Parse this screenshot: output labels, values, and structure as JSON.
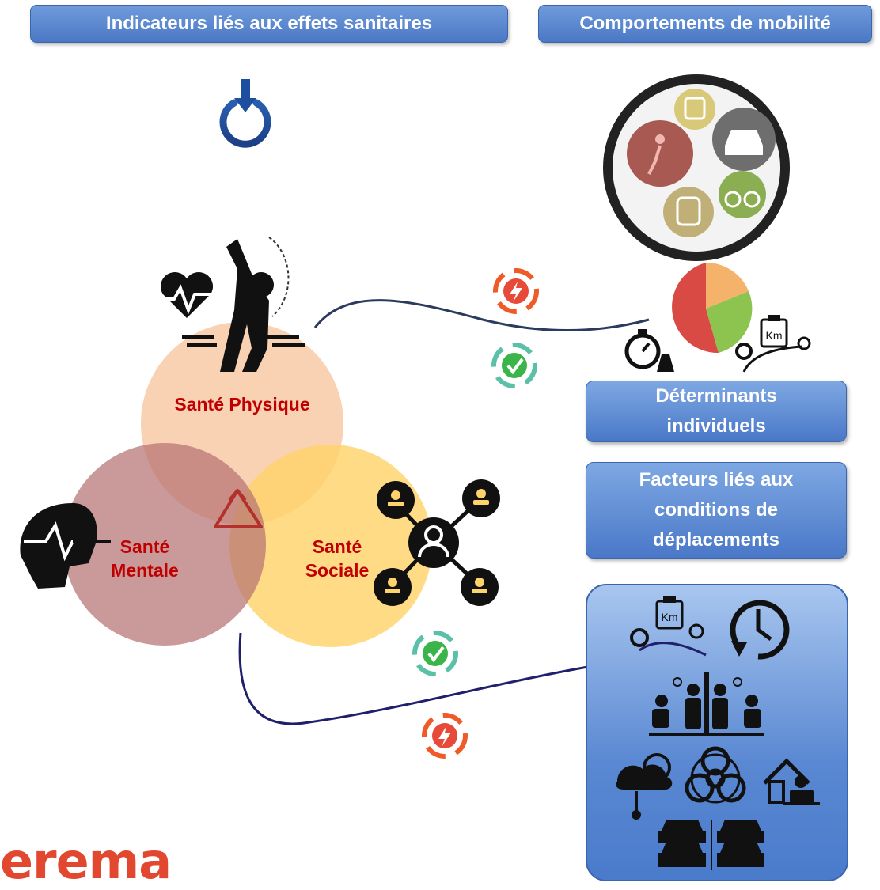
{
  "headers": {
    "left": "Indicateurs liés aux effets sanitaires",
    "right": "Comportements de mobilité"
  },
  "circles": {
    "physique": "Santé Physique",
    "mentale": [
      "Santé",
      "Mentale"
    ],
    "sociale": [
      "Santé",
      "Sociale"
    ]
  },
  "boxes": {
    "determinants": [
      "Déterminants",
      "individuels"
    ],
    "facteurs": [
      "Facteurs liés aux",
      "conditions de",
      "déplacements"
    ]
  },
  "icon_labels": {
    "km": "Km"
  },
  "logo": "erema",
  "colors": {
    "header_blue": "#4b78c4",
    "physique": "#f8c9a6",
    "mentale": "#c98f8f",
    "sociale": "#ffd673",
    "label_red": "#c00000",
    "curve_navy": "#1f1f6b"
  }
}
